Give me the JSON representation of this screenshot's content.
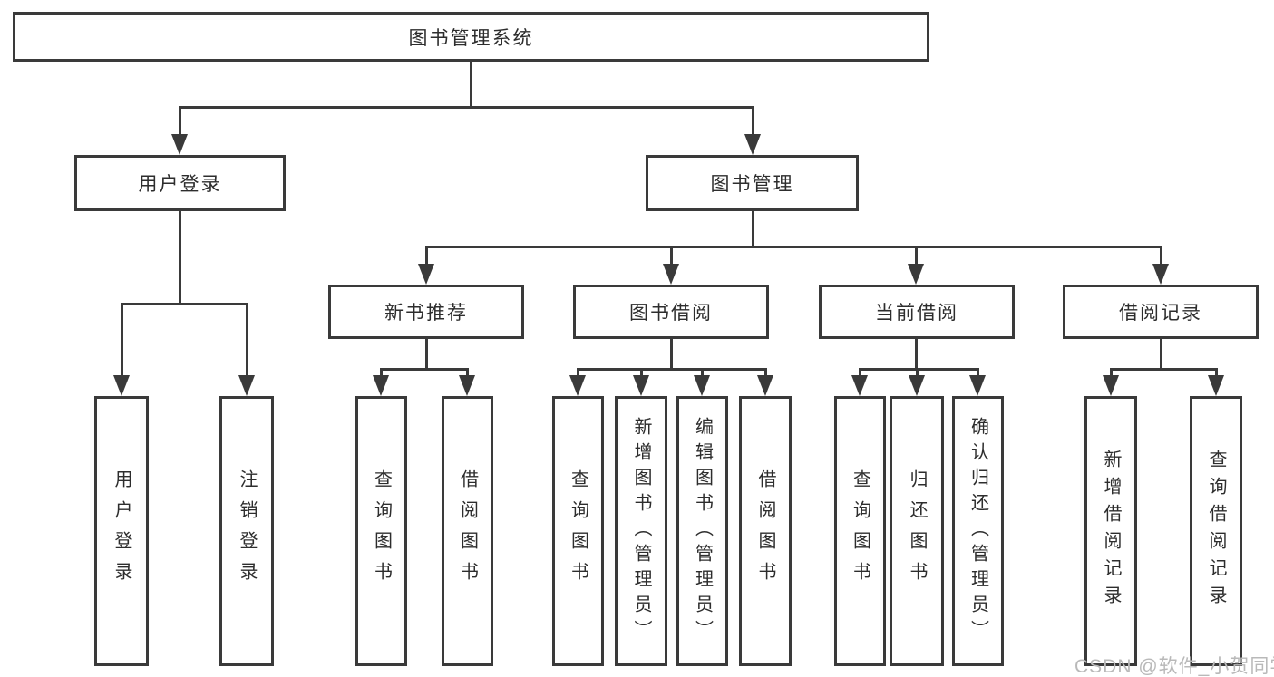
{
  "diagram": {
    "root": "图书管理系统",
    "branches": [
      {
        "label": "用户登录",
        "children": [
          "用户登录",
          "注销登录"
        ]
      },
      {
        "label": "图书管理",
        "children": [
          {
            "label": "新书推荐",
            "children": [
              "查询图书",
              "借阅图书"
            ]
          },
          {
            "label": "图书借阅",
            "children": [
              "查询图书",
              "新增图书（管理员）",
              "编辑图书（管理员）",
              "借阅图书"
            ]
          },
          {
            "label": "当前借阅",
            "children": [
              "查询图书",
              "归还图书",
              "确认归还（管理员）"
            ]
          },
          {
            "label": "借阅记录",
            "children": [
              "新增借阅记录",
              "查询借阅记录"
            ]
          }
        ]
      }
    ]
  },
  "watermark": "CSDN @软件_小贺同学",
  "colors": {
    "line": "#3a3a3a",
    "text": "#2d2d2d",
    "watermark": "#b9b9b9",
    "background": "#ffffff"
  }
}
